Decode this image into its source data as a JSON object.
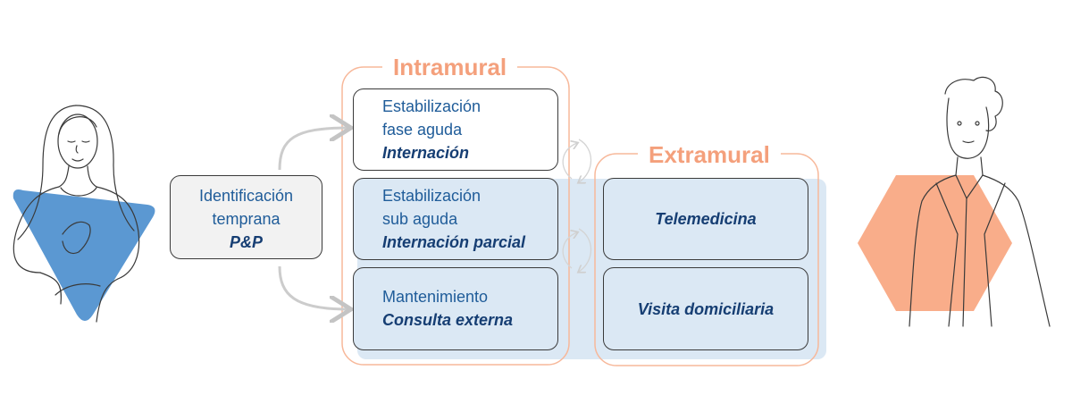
{
  "diagram": {
    "colors": {
      "accent_blue": "#5b98d2",
      "accent_orange": "#f9ad8a",
      "group_border": "#f7b89a",
      "group_title": "#f4a07c",
      "light_fill": "#dbe8f4",
      "text_blue": "#1f5c99",
      "text_dark_blue": "#163e73"
    },
    "identification": {
      "line1": "Identificación",
      "line2": "temprana",
      "bold": "P&P"
    },
    "intramural": {
      "title": "Intramural",
      "box1": {
        "line1": "Estabilización",
        "line2": "fase aguda",
        "bold": "Internación"
      },
      "box2": {
        "line1": "Estabilización",
        "line2": "sub aguda",
        "bold": "Internación parcial"
      },
      "box3": {
        "line1": "Mantenimiento",
        "bold": "Consulta externa"
      }
    },
    "extramural": {
      "title": "Extramural",
      "box1": {
        "bold": "Telemedicina"
      },
      "box2": {
        "bold": "Visita domiciliaria"
      }
    },
    "icons": {
      "patient": "woman-hand-on-chest-illustration",
      "professional": "man-in-coat-illustration",
      "flow": "curved-arrow-icon",
      "cycle": "circular-arrow-icon"
    }
  }
}
